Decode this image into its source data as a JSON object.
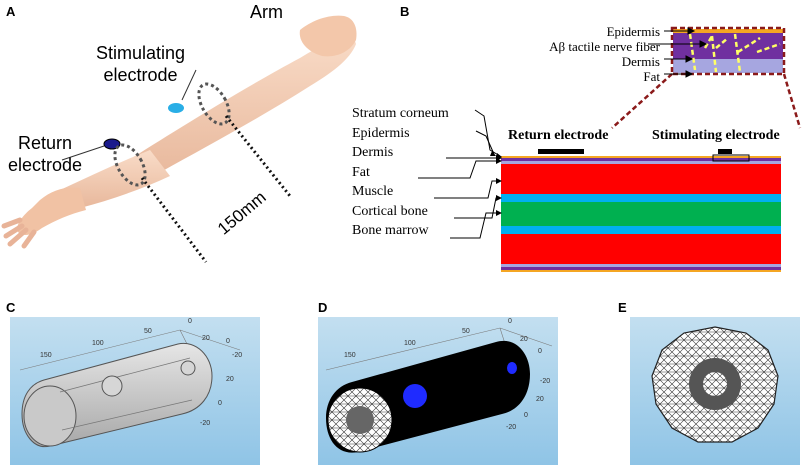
{
  "panels": {
    "A": {
      "letter": "A",
      "arm_label": "Arm",
      "stim_label_line1": "Stimulating",
      "stim_label_line2": "electrode",
      "return_label_line1": "Return",
      "return_label_line2": "electrode",
      "distance_label": "150mm",
      "stim_color": "#29aee6",
      "return_color": "#1a1a8c"
    },
    "B": {
      "letter": "B",
      "inset_labels": [
        "Epidermis",
        "Aβ tactile nerve fiber",
        "Dermis",
        "Fat"
      ],
      "layer_labels": [
        "Stratum corneum",
        "Epidermis",
        "Dermis",
        "Fat",
        "Muscle",
        "Cortical bone",
        "Bone marrow"
      ],
      "return_electrode": "Return electrode",
      "stimulating_electrode": "Stimulating electrode",
      "colors": {
        "epidermis": "#f5a623",
        "dermis": "#7030a0",
        "fat": "#a6a6e0",
        "muscle": "#ff0000",
        "cortical_bone": "#00b0f0",
        "bone_marrow": "#00b050",
        "nerve": "#ffff66",
        "inset_border": "#8b1a1a"
      }
    },
    "C": {
      "letter": "C",
      "ticks_top": [
        "0",
        "50",
        "100",
        "150"
      ],
      "ticks_side": [
        "20",
        "0",
        "-20",
        "20",
        "0",
        "-20"
      ]
    },
    "D": {
      "letter": "D",
      "ticks_top": [
        "0",
        "50",
        "100",
        "150"
      ],
      "ticks_side": [
        "20",
        "0",
        "-20",
        "20",
        "0",
        "-20"
      ]
    },
    "E": {
      "letter": "E"
    }
  }
}
